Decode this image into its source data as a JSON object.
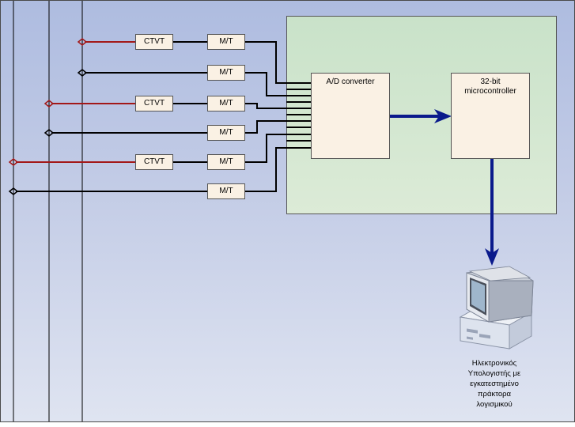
{
  "diagram": {
    "ctvt_label": "CTVT",
    "mt_label": "M/T",
    "adc_label": "A/D converter",
    "mcu_label_line1": "32-bit",
    "mcu_label_line2": "microcontroller",
    "computer_caption": [
      "Ηλεκτρονικός",
      "Υπολογιστής με",
      "εγκατεστημένο",
      "πράκτορα",
      "λογισμικού"
    ],
    "colors": {
      "power_line": "#a31818",
      "signal_line": "#000000",
      "data_arrow": "#0a1a8c",
      "panel_fill": "#d3e7d0",
      "box_fill": "#faf1e4"
    },
    "icons": [
      "personal-computer-icon"
    ]
  }
}
